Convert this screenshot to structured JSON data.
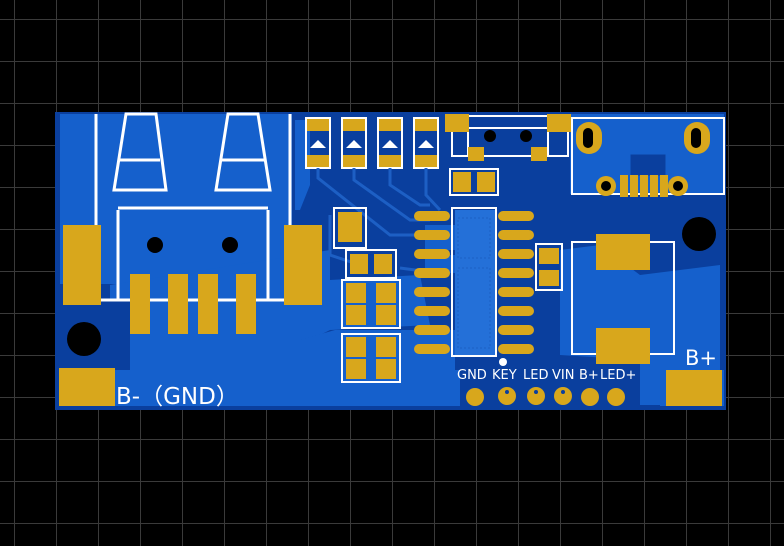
{
  "board": {
    "label_bminus": "B-（GND）",
    "label_bplus": "B+",
    "pins": [
      "GND",
      "KEY",
      "LED",
      "VIN",
      "B+",
      "LED+"
    ]
  },
  "colors": {
    "background": "#000000",
    "grid": "#3a3a3a",
    "board_dark": "#0a3f9e",
    "copper_pour": "#1560cc",
    "pad_gold": "#d8a71c",
    "silkscreen": "#ffffff"
  }
}
